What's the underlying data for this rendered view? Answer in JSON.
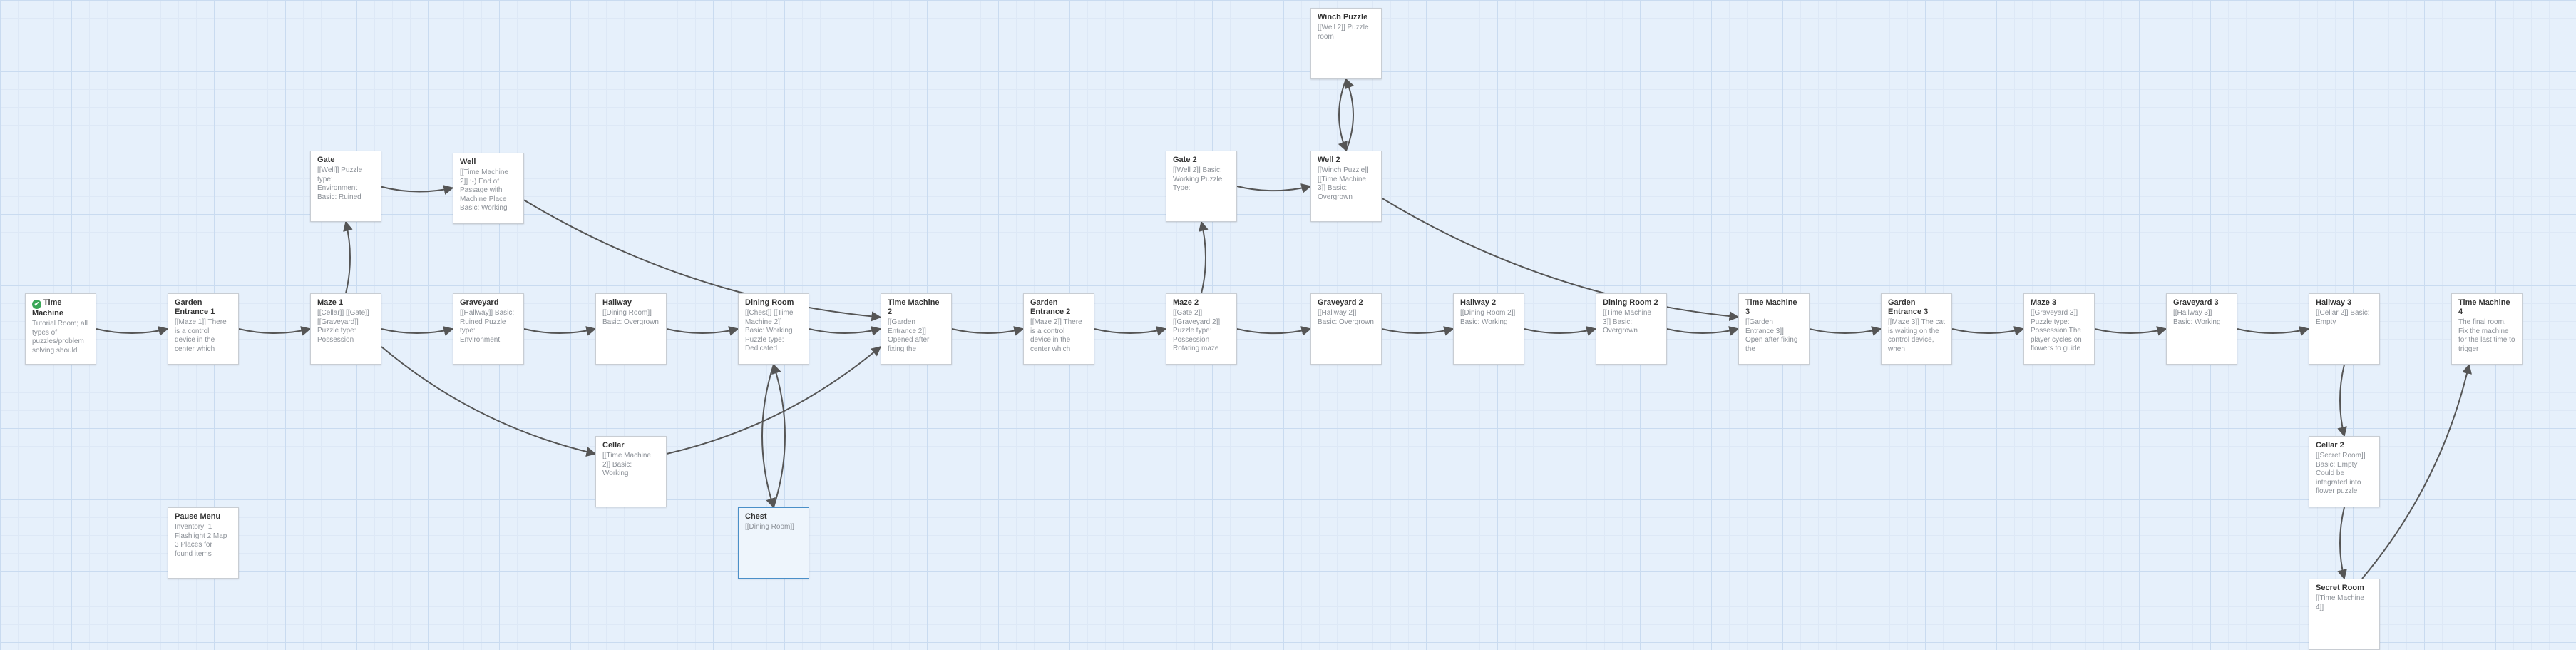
{
  "passages": [
    {
      "id": "time-machine",
      "title": "Time Machine",
      "excerpt": "Tutorial Room; all types of puzzles/problem solving should",
      "start": true
    },
    {
      "id": "garden-entrance-1",
      "title": "Garden Entrance 1",
      "excerpt": "[[Maze 1]] There is a control device in the center which"
    },
    {
      "id": "maze-1",
      "title": "Maze 1",
      "excerpt": "[[Cellar]] [[Gate]] [[Graveyard]] Puzzle type: Possession"
    },
    {
      "id": "gate",
      "title": "Gate",
      "excerpt": "[[Well]] Puzzle type: Environment Basic: Ruined"
    },
    {
      "id": "well",
      "title": "Well",
      "excerpt": "[[Time Machine 2]] :-) End of Passage with Machine Place Basic: Working"
    },
    {
      "id": "graveyard",
      "title": "Graveyard",
      "excerpt": "[[Hallway]] Basic: Ruined Puzzle type: Environment"
    },
    {
      "id": "hallway",
      "title": "Hallway",
      "excerpt": "[[Dining Room]] Basic: Overgrown"
    },
    {
      "id": "cellar",
      "title": "Cellar",
      "excerpt": "[[Time Machine 2]] Basic: Working"
    },
    {
      "id": "dining-room",
      "title": "Dining Room",
      "excerpt": "[[Chest]] [[Time Machine 2]] Basic: Working Puzzle type: Dedicated"
    },
    {
      "id": "chest",
      "title": "Chest",
      "excerpt": "[[Dining Room]]"
    },
    {
      "id": "time-machine-2",
      "title": "Time Machine 2",
      "excerpt": "[[Garden Entrance 2]] Opened after fixing the"
    },
    {
      "id": "garden-entrance-2",
      "title": "Garden Entrance 2",
      "excerpt": "[[Maze 2]] There is a control device in the center which"
    },
    {
      "id": "maze-2",
      "title": "Maze 2",
      "excerpt": "[[Gate 2]] [[Graveyard 2]] Puzzle type: Possession Rotating maze"
    },
    {
      "id": "gate-2",
      "title": "Gate 2",
      "excerpt": "[[Well 2]] Basic: Working Puzzle Type:"
    },
    {
      "id": "well-2",
      "title": "Well 2",
      "excerpt": "[[Winch Puzzle]] [[Time Machine 3]] Basic: Overgrown"
    },
    {
      "id": "winch-puzzle",
      "title": "Winch Puzzle",
      "excerpt": "[[Well 2]] Puzzle room"
    },
    {
      "id": "graveyard-2",
      "title": "Graveyard 2",
      "excerpt": "[[Hallway 2]] Basic: Overgrown"
    },
    {
      "id": "hallway-2",
      "title": "Hallway 2",
      "excerpt": "[[Dining Room 2]] Basic: Working"
    },
    {
      "id": "dining-room-2",
      "title": "Dining Room 2",
      "excerpt": "[[Time Machine 3]] Basic: Overgrown"
    },
    {
      "id": "time-machine-3",
      "title": "Time Machine 3",
      "excerpt": "[[Garden Entrance 3]] Open after fixing the"
    },
    {
      "id": "garden-entrance-3",
      "title": "Garden Entrance 3",
      "excerpt": "[[Maze 3]] The cat is waiting on the control device, when"
    },
    {
      "id": "maze-3",
      "title": "Maze 3",
      "excerpt": "[[Graveyard 3]] Puzzle type: Possession The player cycles on flowers to guide"
    },
    {
      "id": "graveyard-3",
      "title": "Graveyard 3",
      "excerpt": "[[Hallway 3]] Basic: Working"
    },
    {
      "id": "hallway-3",
      "title": "Hallway 3",
      "excerpt": "[[Cellar 2]] Basic: Empty"
    },
    {
      "id": "cellar-2",
      "title": "Cellar 2",
      "excerpt": "[[Secret Room]] Basic: Empty Could be integrated into flower puzzle"
    },
    {
      "id": "secret-room",
      "title": "Secret Room",
      "excerpt": "[[Time Machine 4]]"
    },
    {
      "id": "time-machine-4",
      "title": "Time Machine 4",
      "excerpt": "The final room. Fix the machine for the last time to trigger"
    },
    {
      "id": "pause-menu",
      "title": "Pause Menu",
      "excerpt": "Inventory: 1 Flashlight 2 Map 3 Places for found items"
    }
  ],
  "links": [
    [
      "time-machine",
      "garden-entrance-1"
    ],
    [
      "garden-entrance-1",
      "maze-1"
    ],
    [
      "maze-1",
      "gate"
    ],
    [
      "maze-1",
      "graveyard"
    ],
    [
      "maze-1",
      "cellar"
    ],
    [
      "gate",
      "well"
    ],
    [
      "well",
      "time-machine-2"
    ],
    [
      "graveyard",
      "hallway"
    ],
    [
      "hallway",
      "dining-room"
    ],
    [
      "dining-room",
      "time-machine-2"
    ],
    [
      "dining-room",
      "chest"
    ],
    [
      "chest",
      "dining-room"
    ],
    [
      "cellar",
      "time-machine-2"
    ],
    [
      "time-machine-2",
      "garden-entrance-2"
    ],
    [
      "garden-entrance-2",
      "maze-2"
    ],
    [
      "maze-2",
      "gate-2"
    ],
    [
      "maze-2",
      "graveyard-2"
    ],
    [
      "gate-2",
      "well-2"
    ],
    [
      "well-2",
      "winch-puzzle"
    ],
    [
      "winch-puzzle",
      "well-2"
    ],
    [
      "well-2",
      "time-machine-3"
    ],
    [
      "graveyard-2",
      "hallway-2"
    ],
    [
      "hallway-2",
      "dining-room-2"
    ],
    [
      "dining-room-2",
      "time-machine-3"
    ],
    [
      "time-machine-3",
      "garden-entrance-3"
    ],
    [
      "garden-entrance-3",
      "maze-3"
    ],
    [
      "maze-3",
      "graveyard-3"
    ],
    [
      "graveyard-3",
      "hallway-3"
    ],
    [
      "hallway-3",
      "cellar-2"
    ],
    [
      "cellar-2",
      "secret-room"
    ],
    [
      "secret-room",
      "time-machine-4"
    ]
  ],
  "colors": {
    "edge": "#555555",
    "start_badge": "#3aa757",
    "selected_border": "#4a8fc8"
  },
  "icons": {
    "start": "check-icon"
  }
}
